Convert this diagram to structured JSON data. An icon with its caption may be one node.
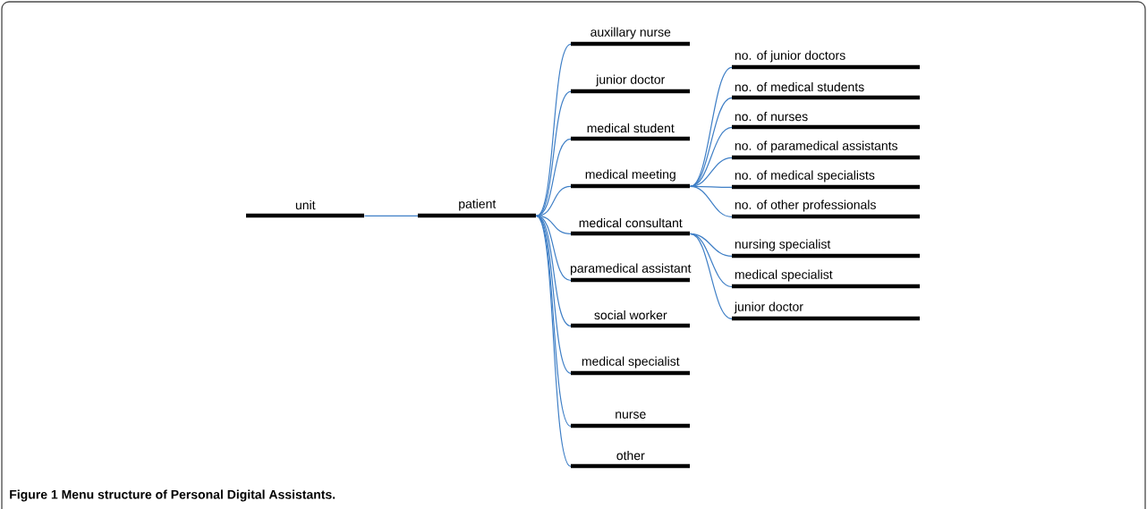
{
  "diagram": {
    "caption": "Figure 1 Menu structure of Personal Digital Assistants.",
    "nodes": [
      {
        "text": [
          "unit"
        ]
      },
      {
        "text": [
          "patient"
        ]
      },
      {
        "text": [
          "auxillary nurse"
        ]
      },
      {
        "text": [
          "junior doctor"
        ]
      },
      {
        "text": [
          "medical student"
        ]
      },
      {
        "text": [
          "medical meeting"
        ]
      },
      {
        "text": [
          "medical consultant"
        ]
      },
      {
        "text": [
          "paramedical assistant"
        ]
      },
      {
        "text": [
          "social worker"
        ]
      },
      {
        "text": [
          "medical specialist"
        ]
      },
      {
        "text": [
          "nurse"
        ]
      },
      {
        "text": [
          "other"
        ]
      },
      {
        "text": [
          "no. of  junior doctors"
        ]
      },
      {
        "text": [
          "no. of medical students"
        ]
      },
      {
        "text": [
          "no. of nurses"
        ]
      },
      {
        "text": [
          "no. of paramedical assistants"
        ]
      },
      {
        "text": [
          "no. of medical specialists"
        ]
      },
      {
        "text": [
          "no. of other professionals"
        ]
      },
      {
        "text": [
          "nursing specialist"
        ]
      },
      {
        "text": [
          "medical specialist"
        ]
      },
      {
        "text": [
          "junior doctor"
        ]
      }
    ],
    "edges": [
      {
        "from": 0,
        "to": 1,
        "arrow": "none"
      },
      {
        "from": 1,
        "to": 2,
        "arrow": "none"
      },
      {
        "from": 1,
        "to": 3,
        "arrow": "none"
      },
      {
        "from": 1,
        "to": 4,
        "arrow": "none"
      },
      {
        "from": 1,
        "to": 5,
        "arrow": "none"
      },
      {
        "from": 1,
        "to": 6,
        "arrow": "none"
      },
      {
        "from": 1,
        "to": 7,
        "arrow": "none"
      },
      {
        "from": 1,
        "to": 8,
        "arrow": "none"
      },
      {
        "from": 1,
        "to": 9,
        "arrow": "none"
      },
      {
        "from": 1,
        "to": 10,
        "arrow": "none"
      },
      {
        "from": 1,
        "to": 11,
        "arrow": "none"
      },
      {
        "from": 5,
        "to": 12,
        "arrow": "none"
      },
      {
        "from": 5,
        "to": 13,
        "arrow": "none"
      },
      {
        "from": 5,
        "to": 14,
        "arrow": "none"
      },
      {
        "from": 5,
        "to": 15,
        "arrow": "none"
      },
      {
        "from": 5,
        "to": 16,
        "arrow": "none"
      },
      {
        "from": 5,
        "to": 17,
        "arrow": "none"
      },
      {
        "from": 6,
        "to": 18,
        "arrow": "none"
      },
      {
        "from": 6,
        "to": 19,
        "arrow": "none"
      },
      {
        "from": 6,
        "to": 20,
        "arrow": "none"
      }
    ]
  }
}
